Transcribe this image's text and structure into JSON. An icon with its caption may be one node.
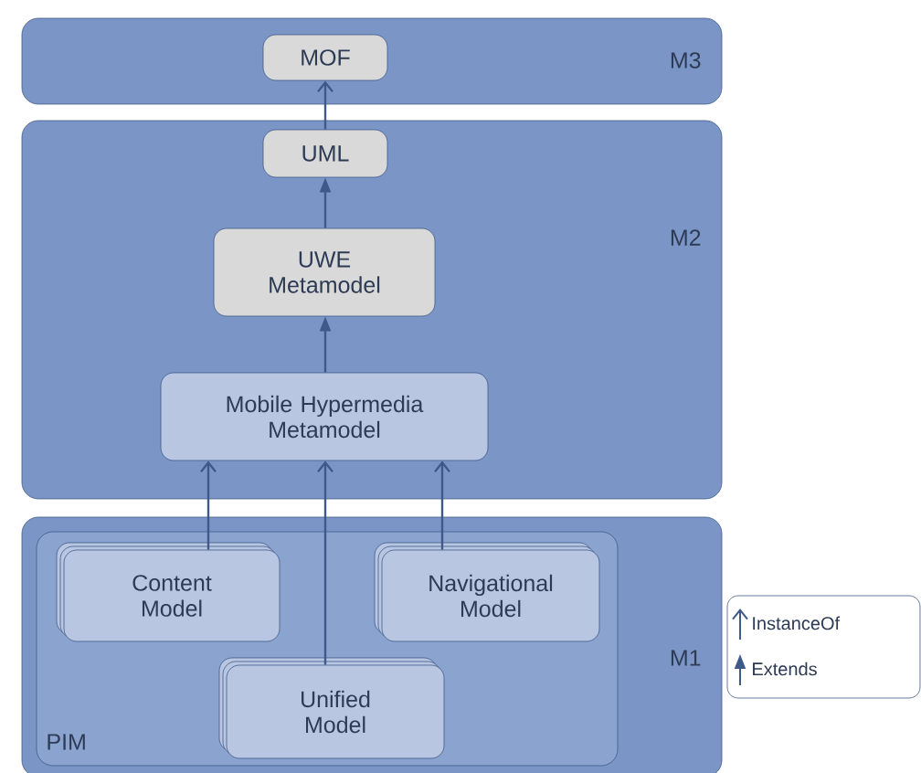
{
  "diagram": {
    "nodes": [
      {
        "text": [
          "M3"
        ]
      },
      {
        "text": [
          "MOF"
        ],
        "in": 0
      },
      {
        "text": [
          "M2"
        ]
      },
      {
        "text": [
          "UML"
        ],
        "in": 2
      },
      {
        "text": [
          "UWE Metamodel"
        ],
        "in": 2
      },
      {
        "text": [
          "Mobile Hypermedia Metamodel"
        ],
        "in": 2
      },
      {
        "text": [
          "M1"
        ]
      },
      {
        "text": [
          "PIM"
        ],
        "in": 6
      },
      {
        "text": [
          "Content Model"
        ],
        "in": 7
      },
      {
        "text": [
          "Navigational Model"
        ],
        "in": 7
      },
      {
        "text": [
          "Unified Model"
        ],
        "in": 7
      }
    ],
    "edges": [
      {
        "from": 3,
        "to": 1,
        "arrow": "to"
      },
      {
        "from": 4,
        "to": 3,
        "arrow": "to"
      },
      {
        "from": 5,
        "to": 4,
        "arrow": "to"
      },
      {
        "from": 8,
        "to": 5,
        "arrow": "to"
      },
      {
        "from": 10,
        "to": 5,
        "arrow": "to"
      },
      {
        "from": 9,
        "to": 5,
        "arrow": "to"
      }
    ],
    "legend": [
      {
        "text": "InstanceOf"
      },
      {
        "text": "Extends"
      }
    ]
  }
}
